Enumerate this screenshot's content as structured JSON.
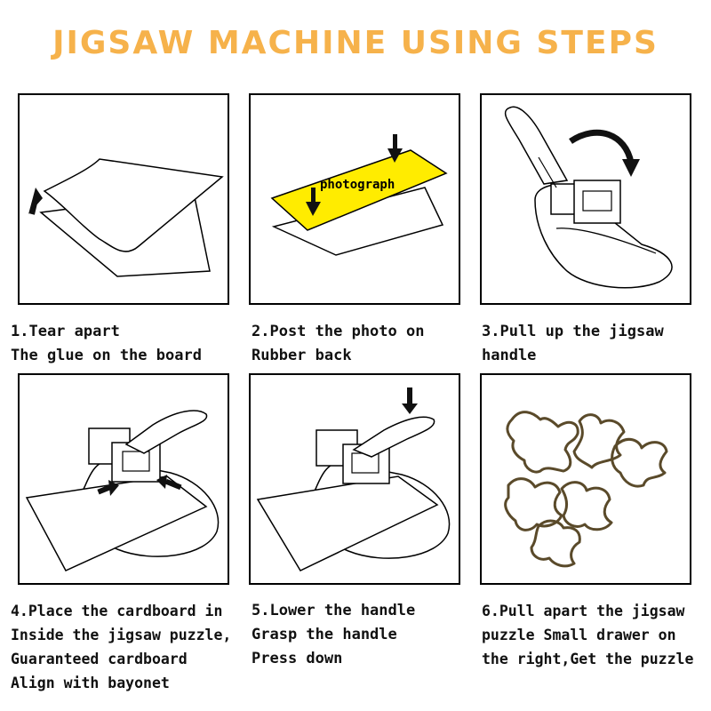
{
  "title": {
    "text": "JIGSAW MACHINE USING STEPS",
    "color": "#f6b24b"
  },
  "steps": [
    {
      "lines": [
        "1.Tear apart",
        "The glue on the board"
      ]
    },
    {
      "lines": [
        "2.Post the photo on",
        "Rubber back"
      ],
      "photo_label": "photograph",
      "photo_color": "#ffec00"
    },
    {
      "lines": [
        "3.Pull up the jigsaw",
        "handle"
      ]
    },
    {
      "lines": [
        "4.Place the cardboard in",
        "Inside the jigsaw puzzle,",
        "Guaranteed cardboard",
        "Align with bayonet"
      ]
    },
    {
      "lines": [
        "5.Lower the handle",
        "Grasp the handle",
        "Press down"
      ]
    },
    {
      "lines": [
        "6.Pull apart the jigsaw",
        "puzzle Small drawer on",
        "the right,Get the puzzle"
      ]
    }
  ]
}
